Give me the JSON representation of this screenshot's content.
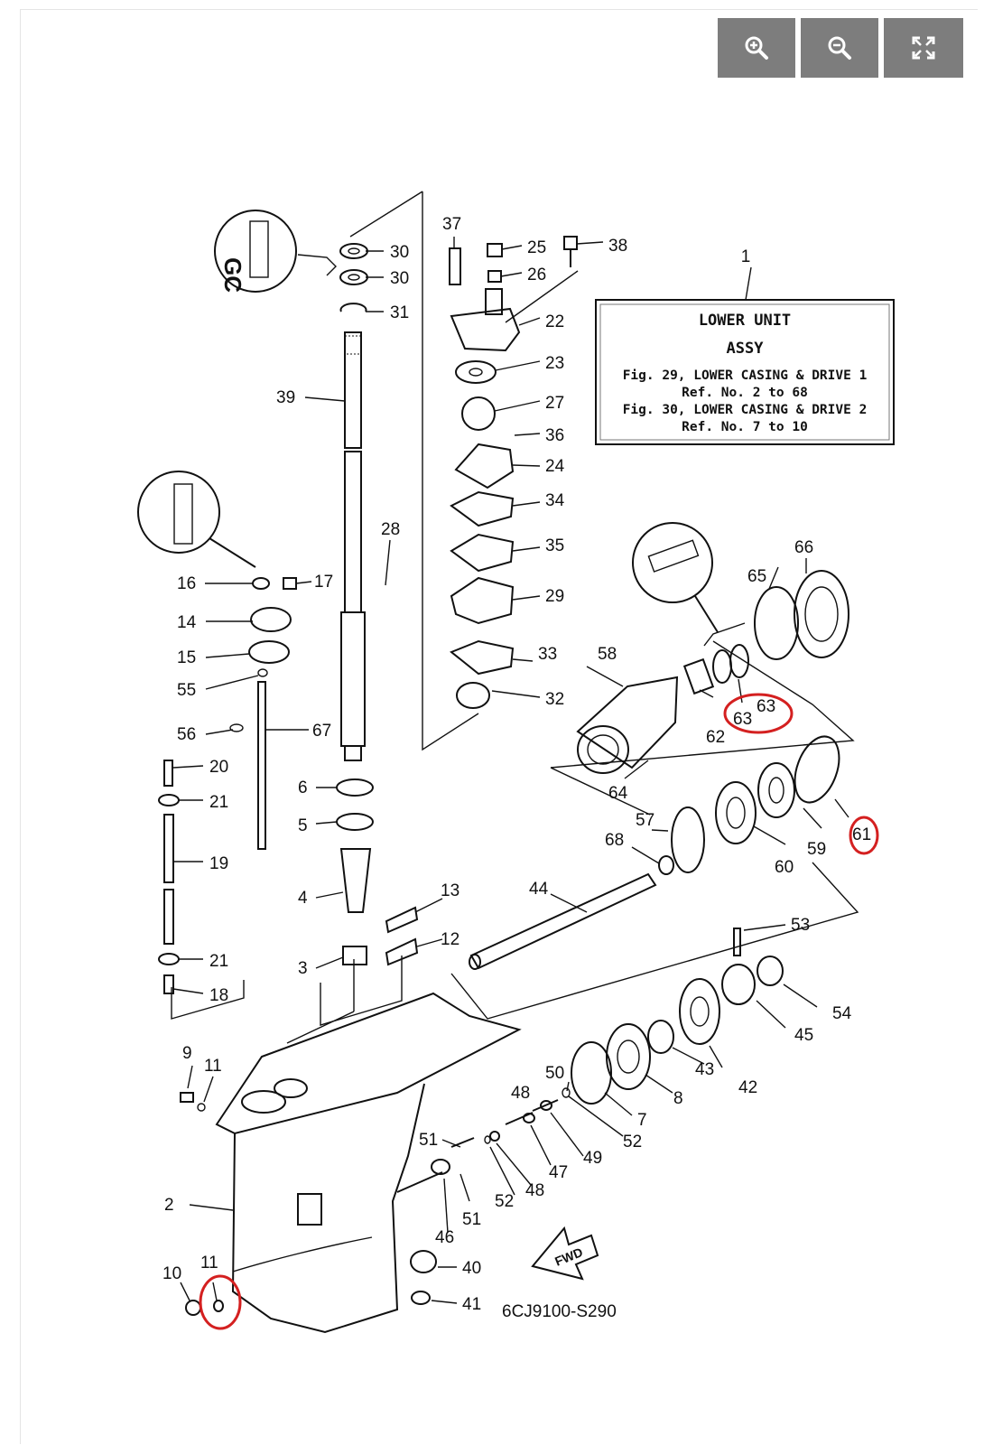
{
  "toolbar": {
    "zoom_in_icon": "zoom-in-icon",
    "zoom_out_icon": "zoom-out-icon",
    "fullscreen_icon": "fullscreen-icon"
  },
  "title_box": {
    "ref": "1",
    "line1": "LOWER UNIT",
    "line2": "ASSY",
    "line3": "Fig. 29, LOWER CASING & DRIVE 1",
    "line4": "Ref. No. 2 to 68",
    "line5": "Fig. 30, LOWER CASING & DRIVE 2",
    "line6": "Ref. No. 7 to 10"
  },
  "diagram_code": "6CJ9100-S290",
  "fwd_label": "FWD",
  "labels": {
    "p30a": "30",
    "p30b": "30",
    "p31": "31",
    "p37": "37",
    "p25": "25",
    "p38": "38",
    "p26": "26",
    "p22": "22",
    "p23": "23",
    "p27": "27",
    "p36": "36",
    "p24": "24",
    "p34": "34",
    "p35": "35",
    "p29": "29",
    "p33": "33",
    "p32": "32",
    "p39": "39",
    "p28": "28",
    "p16": "16",
    "p17": "17",
    "p14": "14",
    "p15": "15",
    "p55": "55",
    "p56": "56",
    "p67": "67",
    "p20": "20",
    "p21a": "21",
    "p19": "19",
    "p21b": "21",
    "p18": "18",
    "p6": "6",
    "p5": "5",
    "p4": "4",
    "p3": "3",
    "p13": "13",
    "p12": "12",
    "p66": "66",
    "p65": "65",
    "p58": "58",
    "p63a": "63",
    "p63b": "63",
    "p62": "62",
    "p64": "64",
    "p57": "57",
    "p68": "68",
    "p59": "59",
    "p60": "60",
    "p61": "61",
    "p44": "44",
    "p53": "53",
    "p54": "54",
    "p45": "45",
    "p43": "43",
    "p42": "42",
    "p8": "8",
    "p7": "7",
    "p50": "50",
    "p48a": "48",
    "p49": "49",
    "p52a": "52",
    "p47": "47",
    "p48b": "48",
    "p52b": "52",
    "p51a": "51",
    "p51b": "51",
    "p46": "46",
    "p40": "40",
    "p41": "41",
    "p9": "9",
    "p11a": "11",
    "p2": "2",
    "p10": "10",
    "p11b": "11"
  },
  "highlight_color": "#d42020",
  "highlighted_parts": [
    "63",
    "61",
    "11"
  ]
}
